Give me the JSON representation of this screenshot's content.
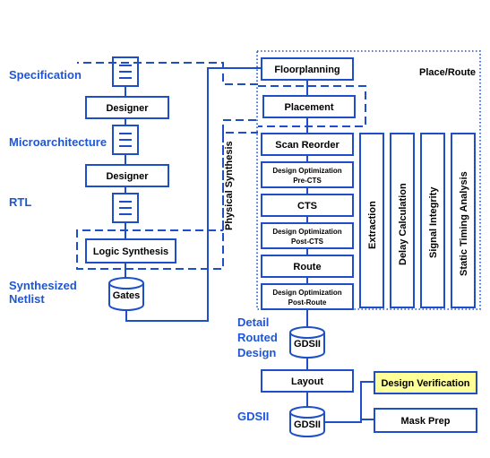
{
  "left_labels": {
    "specification": "Specification",
    "microarchitecture": "Microarchitecture",
    "rtl": "RTL",
    "synthesized_line1": "Synthesized",
    "synthesized_line2": "Netlist",
    "detail_line1": "Detail",
    "detail_line2": "Routed",
    "detail_line3": "Design",
    "gdsii": "GDSII"
  },
  "front_end": {
    "designer_1": "Designer",
    "designer_2": "Designer",
    "logic_synthesis": "Logic Synthesis",
    "gates": "Gates",
    "physical_synthesis": "Physical Synthesis"
  },
  "place_route": {
    "region_label": "Place/Route",
    "floorplanning": "Floorplanning",
    "placement": "Placement",
    "scan_reorder": "Scan Reorder",
    "opt_pre_cts_1": "Design Optimization",
    "opt_pre_cts_2": "Pre-CTS",
    "cts": "CTS",
    "opt_post_cts_1": "Design Optimization",
    "opt_post_cts_2": "Post-CTS",
    "route": "Route",
    "opt_post_route_1": "Design Optimization",
    "opt_post_route_2": "Post-Route",
    "extraction": "Extraction",
    "delay_calculation": "Delay Calculation",
    "signal_integrity": "Signal Integrity",
    "static_timing_analysis": "Static Timing Analysis"
  },
  "back_end": {
    "gdsii_db_1": "GDSII",
    "layout": "Layout",
    "gdsii_db_2": "GDSII",
    "design_verification": "Design Verification",
    "mask_prep": "Mask Prep"
  },
  "colors": {
    "accent": "#1f4fc8",
    "label_blue": "#1f56d4",
    "highlight": "#ffff99"
  }
}
